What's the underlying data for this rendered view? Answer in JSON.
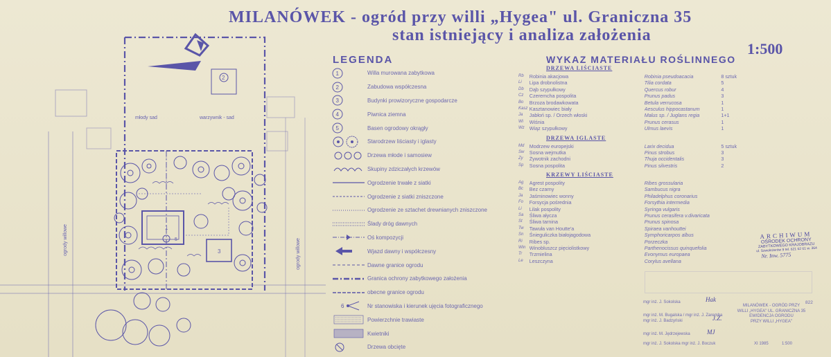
{
  "title": {
    "line1": "MILANÓWEK - ogród przy willi „Hygea\" ul. Graniczna 35",
    "line2": "stan istniejący i analiza założenia",
    "scale": "1:500"
  },
  "plan": {
    "labels": {
      "mlody_sad": "młody sad",
      "warzywnik": "warzywnik - sad",
      "ogrody_left": "ogrody willowe",
      "ogrody_right": "ogrody willowe",
      "n1": "1",
      "n2": "2",
      "n3": "3",
      "n5": "5"
    }
  },
  "legend": {
    "title": "LEGENDA",
    "items": [
      {
        "num": "1",
        "text": "Willa murowana zabytkowa"
      },
      {
        "num": "2",
        "text": "Zabudowa współczesna"
      },
      {
        "num": "3",
        "text": "Budynki prowizoryczne gospodarcze"
      },
      {
        "num": "4",
        "text": "Piwnica ziemna"
      },
      {
        "num": "5",
        "text": "Basen ogrodowy okrągły"
      },
      {
        "num": "",
        "text": "Starodrzew liściasty i iglasty"
      },
      {
        "num": "",
        "text": "Drzewa młode i samosiew"
      },
      {
        "num": "",
        "text": "Skupiny zdziczałych krzewów"
      },
      {
        "num": "",
        "text": "Ogrodzenie trwałe z siatki"
      },
      {
        "num": "",
        "text": "Ogrodzenie z siatki zniszczone"
      },
      {
        "num": "",
        "text": "Ogrodzenie ze sztachet drewnianych zniszczone"
      },
      {
        "num": "",
        "text": "Ślady dróg dawnych"
      },
      {
        "num": "",
        "text": "Oś kompozycji"
      },
      {
        "num": "",
        "text": "Wjazd dawny i współczesny"
      },
      {
        "num": "",
        "text": "Dawne granice ogrodu"
      },
      {
        "num": "",
        "text": "Granica ochrony zabytkowego założenia"
      },
      {
        "num": "",
        "text": "obecne granice ogrodu"
      },
      {
        "num": "6",
        "text": "Nr stanowiska i kierunek ujęcia fotograficznego"
      },
      {
        "num": "",
        "text": "Powierzchnie trawiaste"
      },
      {
        "num": "",
        "text": "Kwietniki"
      },
      {
        "num": "",
        "text": "Drzewa obcięte"
      }
    ]
  },
  "plants": {
    "title": "WYKAZ MATERIAŁU ROŚLINNEGO",
    "sections": [
      {
        "head": "DRZEWA LIŚCIASTE",
        "rows": [
          {
            "abbr": "Rb",
            "pl": "Robinia akacjowa",
            "la": "Robinia pseudoacacia",
            "cnt": "8 sztuk"
          },
          {
            "abbr": "Li",
            "pl": "Lipa drobnolistna",
            "la": "Tilia cordata",
            "cnt": "5"
          },
          {
            "abbr": "Db",
            "pl": "Dąb szypułkowy",
            "la": "Quercus robur",
            "cnt": "4"
          },
          {
            "abbr": "Cz",
            "pl": "Czeremcha pospolita",
            "la": "Prunus padus",
            "cnt": "3"
          },
          {
            "abbr": "Bo",
            "pl": "Brzoza brodawkowata",
            "la": "Betula verrucosa",
            "cnt": "1"
          },
          {
            "abbr": "Kasz",
            "pl": "Kasztanowiec biały",
            "la": "Aesculus hippocastanum",
            "cnt": "1"
          },
          {
            "abbr": "Ja",
            "pl": "Jabłoń sp. / Orzech włoski",
            "la": "Malus sp. / Juglans regia",
            "cnt": "1+1"
          },
          {
            "abbr": "Wi",
            "pl": "Wiśnia",
            "la": "Prunus cerasus",
            "cnt": "1"
          },
          {
            "abbr": "Wz",
            "pl": "Wiąz szypułkowy",
            "la": "Ulmus laevis",
            "cnt": "1"
          }
        ]
      },
      {
        "head": "DRZEWA IGLASTE",
        "rows": [
          {
            "abbr": "Md",
            "pl": "Modrzew europejski",
            "la": "Larix decidua",
            "cnt": "5 sztuk"
          },
          {
            "abbr": "Sw",
            "pl": "Sosna wejmutka",
            "la": "Pinus strobus",
            "cnt": "3"
          },
          {
            "abbr": "Zy",
            "pl": "Żywotnik zachodni",
            "la": "Thuja occidentalis",
            "cnt": "3"
          },
          {
            "abbr": "Sp",
            "pl": "Sosna pospolita",
            "la": "Pinus silvestris",
            "cnt": "2"
          }
        ]
      },
      {
        "head": "KRZEWY LIŚCIASTE",
        "rows": [
          {
            "abbr": "Ag",
            "pl": "Agrest pospolity",
            "la": "Ribes grossularia",
            "cnt": ""
          },
          {
            "abbr": "Bc",
            "pl": "Bez czarny",
            "la": "Sambucus nigra",
            "cnt": ""
          },
          {
            "abbr": "Ja",
            "pl": "Jaśminowiec wonny",
            "la": "Philadelphus coronarius",
            "cnt": ""
          },
          {
            "abbr": "Fo",
            "pl": "Forsycja pośrednia",
            "la": "Forsythia intermedia",
            "cnt": ""
          },
          {
            "abbr": "Li",
            "pl": "Lilak pospolity",
            "la": "Syringa vulgaris",
            "cnt": ""
          },
          {
            "abbr": "Sa",
            "pl": "Śliwa ałycza",
            "la": "Prunus cerasifera v.divaricata",
            "cnt": ""
          },
          {
            "abbr": "St",
            "pl": "Śliwa tarnina",
            "la": "Prunus spinosa",
            "cnt": ""
          },
          {
            "abbr": "Tw",
            "pl": "Tawuła van Houtte'a",
            "la": "Spiraea vanhouttei",
            "cnt": ""
          },
          {
            "abbr": "Sn",
            "pl": "Śnieguliczka białojagodowa",
            "la": "Symphoricarpos albus",
            "cnt": ""
          },
          {
            "abbr": "Ri",
            "pl": "Ribes sp.",
            "la": "Porzeczka",
            "cnt": ""
          },
          {
            "abbr": "Win",
            "pl": "Winobluszcz pięciolistkowy",
            "la": "Parthenocissus quinquefolia",
            "cnt": ""
          },
          {
            "abbr": "Tr",
            "pl": "Trzmielina",
            "la": "Evonymus europaea",
            "cnt": ""
          },
          {
            "abbr": "Le",
            "pl": "Leszczyna",
            "la": "Corylus avellana",
            "cnt": ""
          }
        ]
      }
    ]
  },
  "stamp": {
    "l1": "ARCHIWUM",
    "l2": "OŚRODEK OCHRONY",
    "l3": "ZABYTKOWEGO KRAJOBRAZU",
    "l4": "ul. Szwoleżerów 9  tel. 621 62 61 w. 364",
    "l5": "Nr. Inw. 5775"
  },
  "title_block": {
    "a": "mgr inż. J. Sokolska",
    "b": "mgr inż. M. Bugalska / mgr inż. J. Zaremba",
    "b2": "mgr inż. J. Badzyński",
    "c": "mgr inż. M. Jędrzejewska",
    "d": "mgr inż. J. Sokolska   mgr inż. J. Boczuk",
    "num": "822",
    "mid1": "MILANÓWEK - OGRÓD PRZY",
    "mid2": "WILLI „HYGEA\" UL. GRANICZNA 35",
    "mid3": "EWIDENCJA OGRODU",
    "mid4": "PRZY WILLI „HYGEA\"",
    "year": "XI 1985",
    "scale": "1:500",
    "sig1": "Hak",
    "sig2": "J.Z.",
    "sig3": "MJ"
  }
}
